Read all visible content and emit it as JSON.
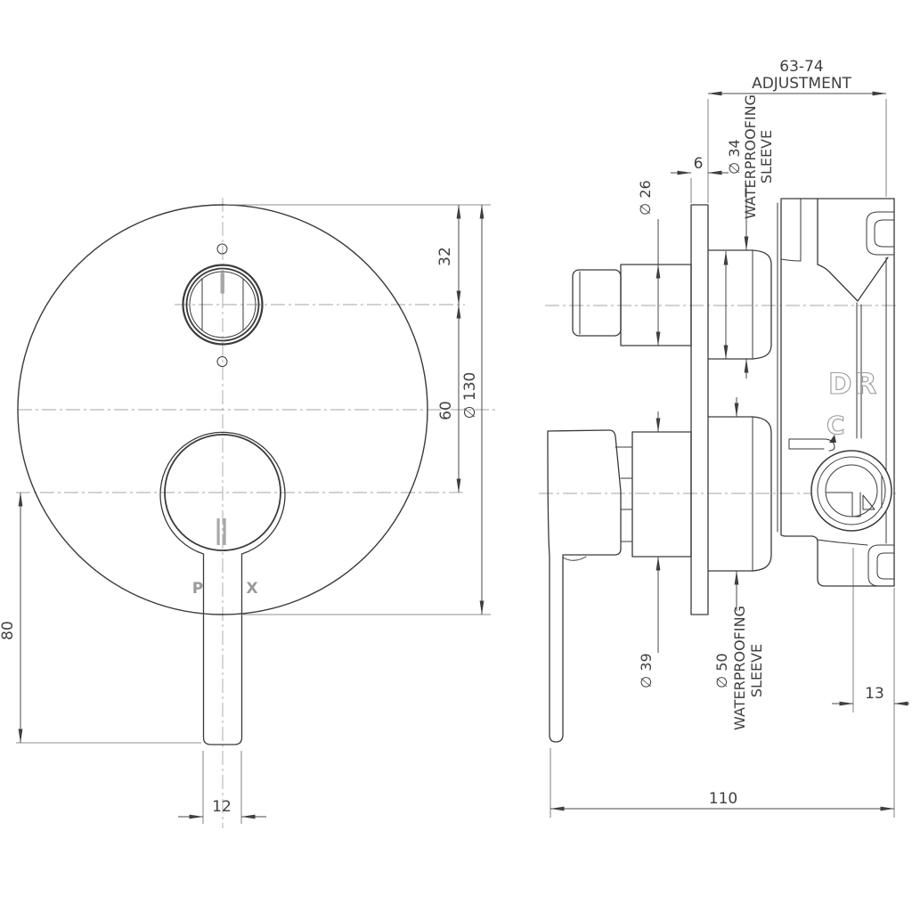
{
  "drawing": {
    "type": "tapware shower/bath diverter mixer installation drawing",
    "front_view": {
      "dim_32": "32",
      "dim_60": "60",
      "dim_dia_130": "∅ 130",
      "dim_80": "80",
      "dim_12": "12",
      "brand_letter_left": "P",
      "brand_letter_right": "X"
    },
    "side_view": {
      "adjustment_range": "63-74",
      "adjustment_label": "ADJUSTMENT",
      "dim_6": "6",
      "dim_dia_26": "∅ 26",
      "sleeve_top_dia": "∅ 34",
      "sleeve_top_line1": "WATERPROOFING",
      "sleeve_top_line2": "SLEEVE",
      "dim_dia_39": "∅ 39",
      "sleeve_bottom_dia": "∅ 50",
      "sleeve_bottom_line1": "WATERPROOFING",
      "sleeve_bottom_line2": "SLEEVE",
      "dim_13": "13",
      "dim_110": "110",
      "body_mark_dr": "DR",
      "body_mark_c": "C"
    },
    "colors": {
      "background": "#ffffff",
      "object_line": "#3a3a3a",
      "dimension_line": "#4a4a4a",
      "centerline": "#a4a4a4",
      "text": "#3f3f3f",
      "gray_marking": "#9a9a9a"
    }
  }
}
